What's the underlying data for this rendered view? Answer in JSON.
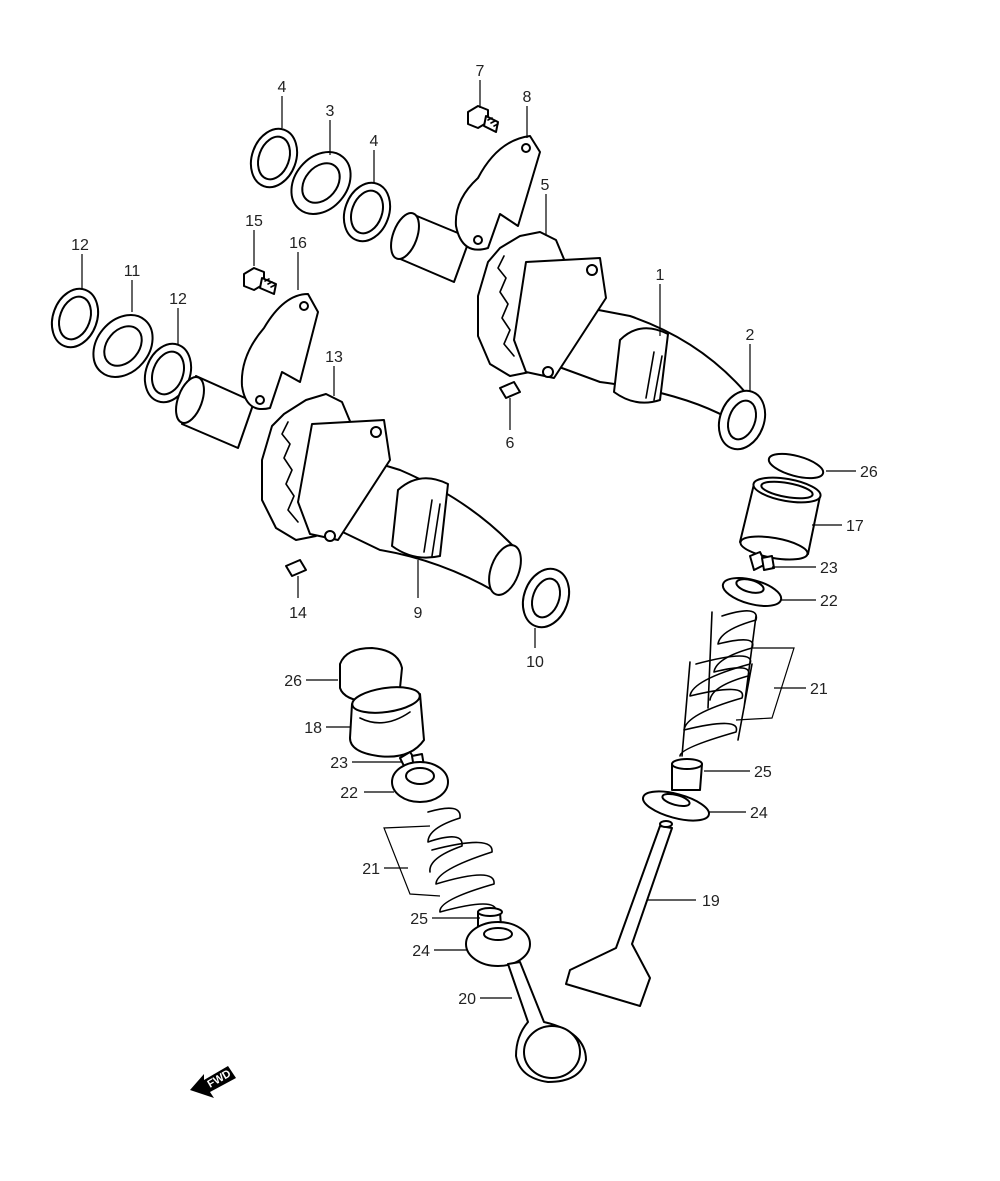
{
  "diagram": {
    "labels": {
      "p1": "1",
      "p2": "2",
      "p3": "3",
      "p4a": "4",
      "p4b": "4",
      "p5": "5",
      "p6": "6",
      "p7": "7",
      "p8": "8",
      "p9": "9",
      "p10": "10",
      "p11": "11",
      "p12a": "12",
      "p12b": "12",
      "p13": "13",
      "p14": "14",
      "p15": "15",
      "p16": "16",
      "p17": "17",
      "p18": "18",
      "p19": "19",
      "p20": "20",
      "p21r": "21",
      "p21l": "21",
      "p22r": "22",
      "p22l": "22",
      "p23r": "23",
      "p23l": "23",
      "p24r": "24",
      "p24l": "24",
      "p25r": "25",
      "p25l": "25",
      "p26r": "26",
      "p26l": "26"
    },
    "fwd_label": "FWD"
  }
}
